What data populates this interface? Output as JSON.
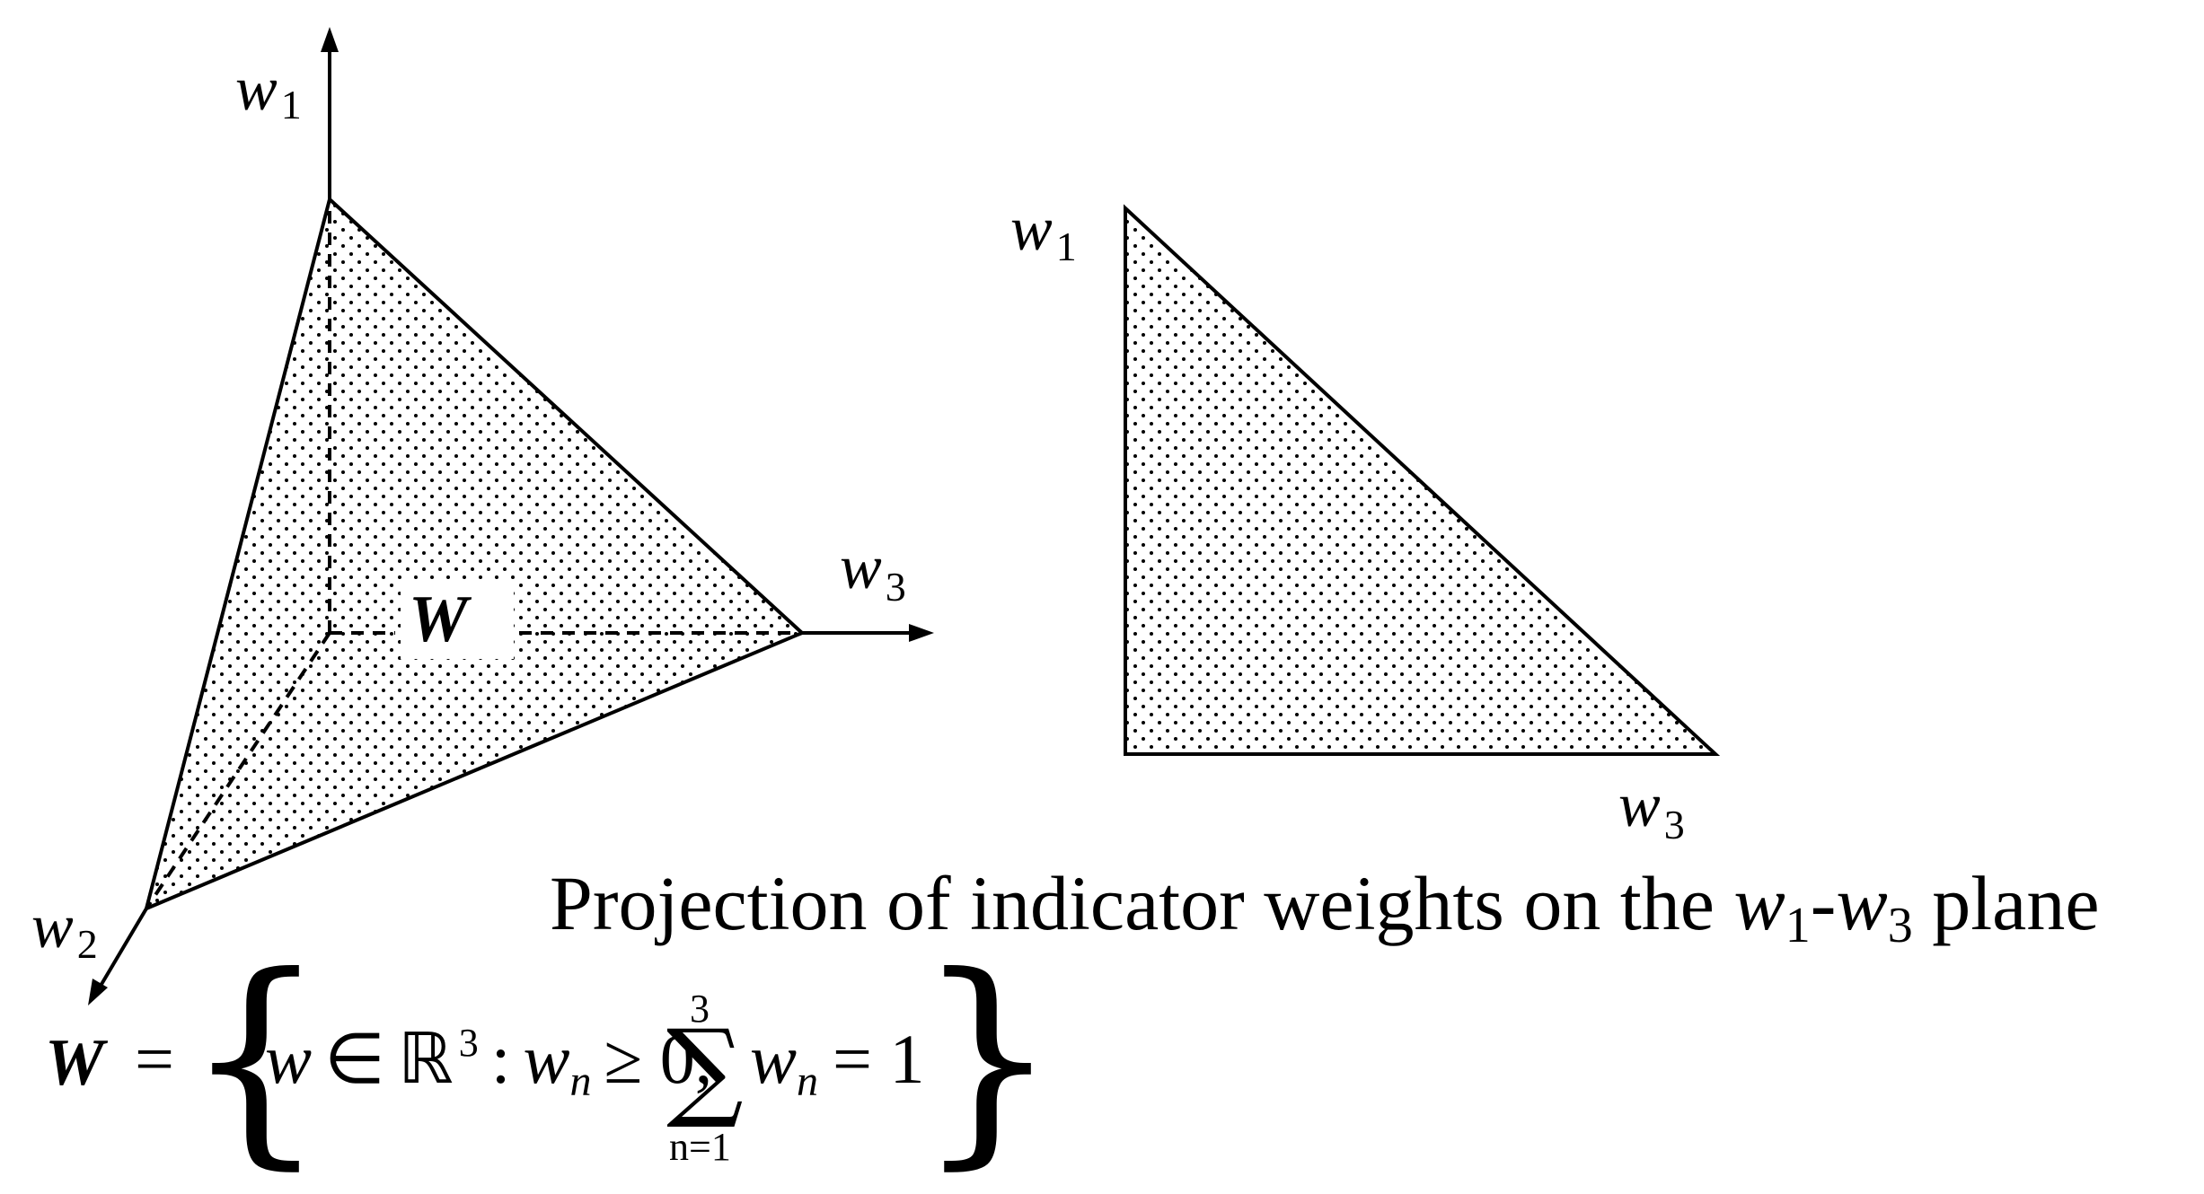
{
  "simplex": {
    "axis_w1_var": "w",
    "axis_w1_sub": "1",
    "axis_w2_var": "w",
    "axis_w2_sub": "2",
    "axis_w3_var": "w",
    "axis_w3_sub": "3",
    "region_label": "W"
  },
  "projection": {
    "corner_w1_var": "w",
    "corner_w1_sub": "1",
    "corner_w3_var": "w",
    "corner_w3_sub": "3"
  },
  "caption": {
    "prefix": "Projection of indicator weights on the ",
    "var_a": "w",
    "sub_a": "1",
    "dash": "-",
    "var_b": "w",
    "sub_b": "3",
    "suffix": " plane"
  },
  "formula": {
    "set_name": "W",
    "equals": "=",
    "lbrace": "{",
    "element": "w",
    "in": "∈",
    "reals": "ℝ",
    "reals_exp": "3",
    "colon": ":",
    "wn_var": "w",
    "wn_sub": "n",
    "geq_zero": "≥ 0,",
    "sum_symbol": "∑",
    "sum_upper": "3",
    "sum_lower": "n=1",
    "sum_var": "w",
    "sum_sub": "n",
    "eq_one": "= 1",
    "rbrace": "}"
  }
}
